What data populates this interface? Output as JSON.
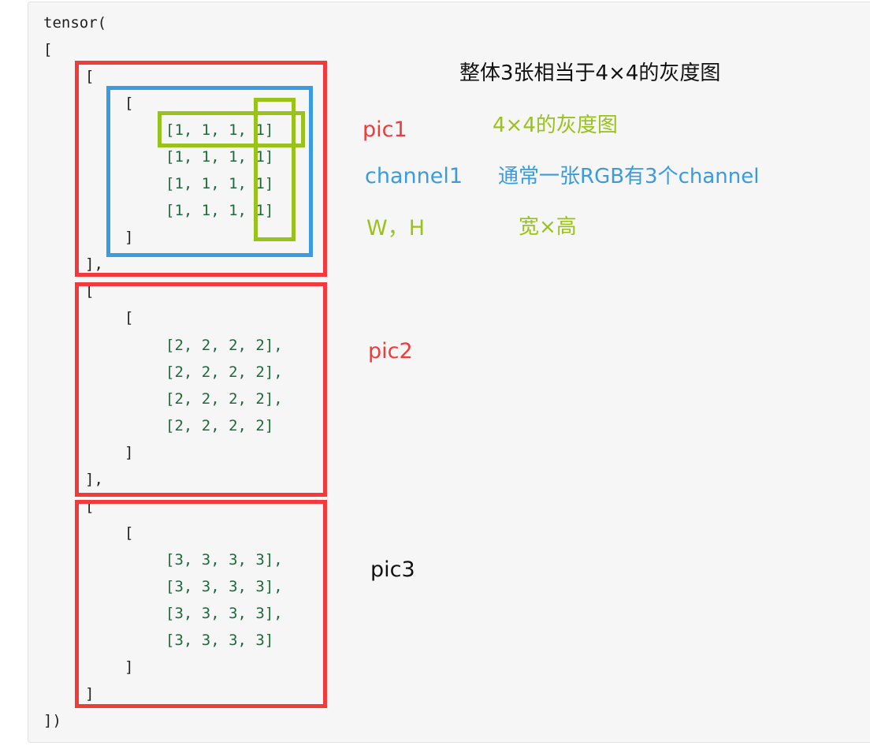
{
  "code": {
    "l1": "tensor(",
    "l2": "[",
    "open": "[",
    "close_comma": "],",
    "close": "]",
    "end": "])",
    "rows": {
      "p1r1": "[1, 1, 1, 1]",
      "p1r2": "[1, 1, 1, 1]",
      "p1r3": "[1, 1, 1, 1]",
      "p1r4": "[1, 1, 1, 1]",
      "p2r1": "[2, 2, 2, 2],",
      "p2r2": "[2, 2, 2, 2],",
      "p2r3": "[2, 2, 2, 2],",
      "p2r4": "[2, 2, 2, 2]",
      "p3r1": "[3, 3, 3, 3],",
      "p3r2": "[3, 3, 3, 3],",
      "p3r3": "[3, 3, 3, 3],",
      "p3r4": "[3, 3, 3, 3]"
    }
  },
  "annotations": {
    "overall": "整体3张相当于4×4的灰度图",
    "pic1": "pic1",
    "gray_4x4": "4×4的灰度图",
    "channel1": "channel1",
    "rgb_note": "通常一张RGB有3个channel",
    "wh": "W，H",
    "width_height": "宽×高",
    "pic2": "pic2",
    "pic3": "pic3"
  },
  "colors": {
    "red": "#f23a3a",
    "blue": "#3a9be0",
    "green": "#99c21a",
    "number": "#1d6b3a"
  }
}
